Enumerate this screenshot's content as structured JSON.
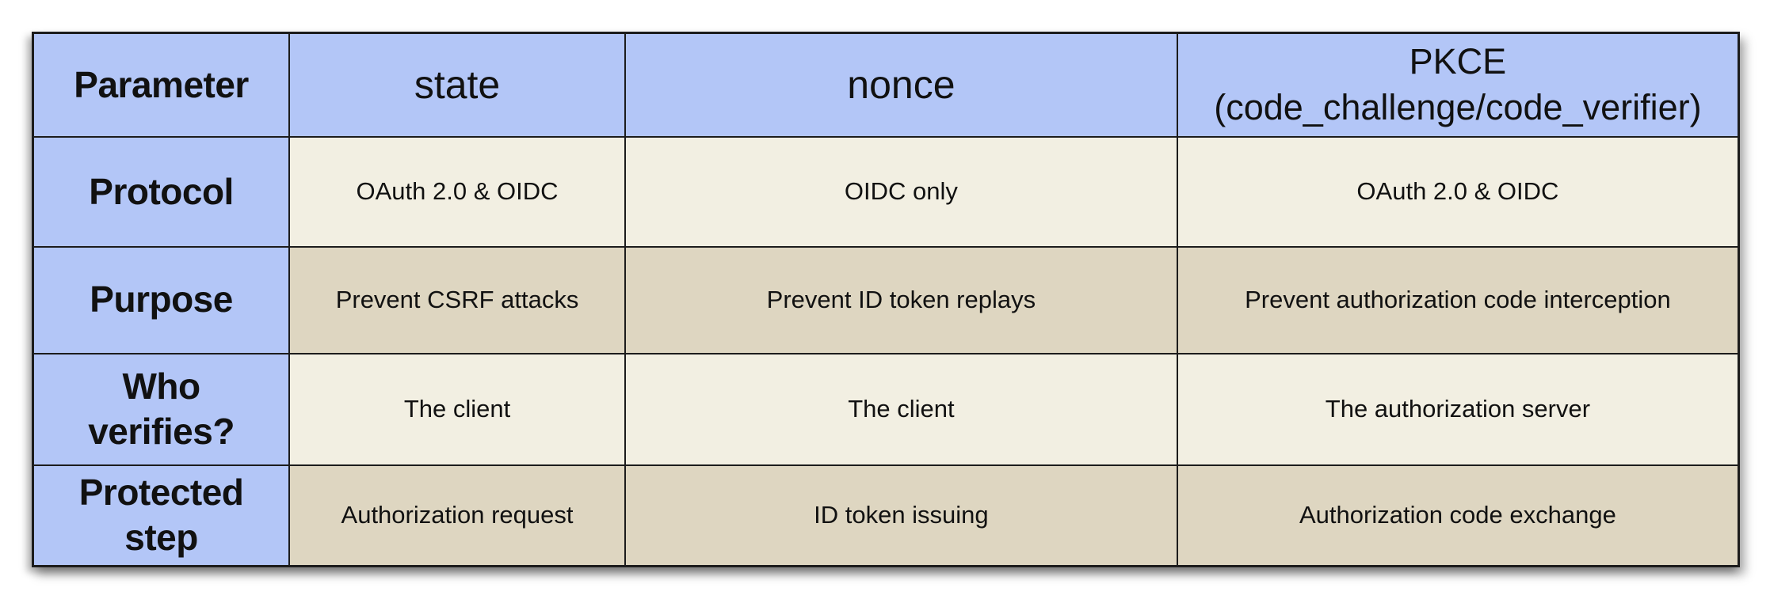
{
  "table": {
    "header": {
      "param_label": "Parameter",
      "columns": [
        "state",
        "nonce",
        "PKCE\n(code_challenge/code_verifier)"
      ]
    },
    "rows": [
      {
        "label": "Protocol",
        "cells": [
          "OAuth 2.0 & OIDC",
          "OIDC only",
          "OAuth 2.0 & OIDC"
        ]
      },
      {
        "label": "Purpose",
        "cells": [
          "Prevent CSRF attacks",
          "Prevent ID token replays",
          "Prevent authorization code interception"
        ]
      },
      {
        "label": "Who verifies?",
        "cells": [
          "The client",
          "The client",
          "The authorization server"
        ]
      },
      {
        "label": "Protected step",
        "cells": [
          "Authorization request",
          "ID token issuing",
          "Authorization code exchange"
        ]
      }
    ],
    "colors": {
      "header_bg": "#b3c6f7",
      "row_bg_light": "#f2efe2",
      "row_bg_dark": "#ded6c1",
      "border": "#1c1c1c",
      "text": "#111111"
    }
  }
}
